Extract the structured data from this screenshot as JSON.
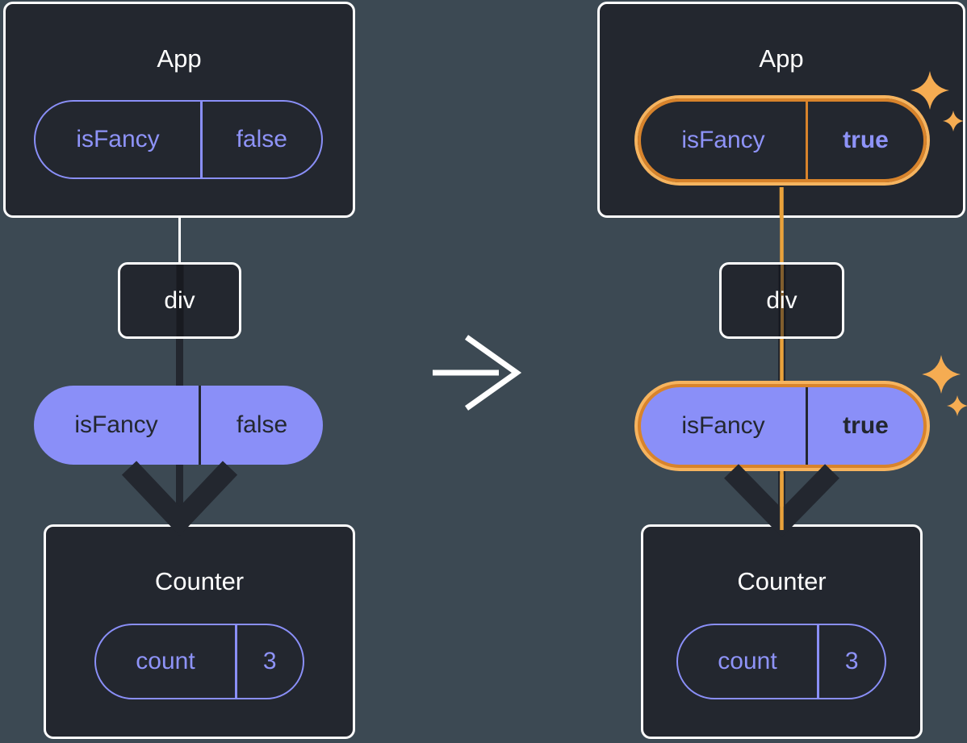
{
  "canvas": {
    "background": "#3C4953"
  },
  "colors": {
    "panel_bg": "#23272F",
    "panel_border": "#FFFFFF",
    "purple": "#8A8FF8",
    "purple_text": "#8E93F8",
    "dark": "#23272F",
    "orange_ring": "#D8832B",
    "gold_ring": "#F6B45F",
    "highlight_line": "#E9A23B",
    "sparkle": "#F5AC52",
    "arrow": "#FFFFFF"
  },
  "effects": {
    "sparkle_icon": "4-point-star",
    "transition_icon": "arrow-right"
  },
  "left": {
    "app": {
      "title": "App",
      "state": {
        "key": "isFancy",
        "value": "false"
      }
    },
    "div": {
      "label": "div"
    },
    "prop": {
      "key": "isFancy",
      "value": "false"
    },
    "counter": {
      "title": "Counter",
      "state": {
        "key": "count",
        "value": "3"
      }
    }
  },
  "right": {
    "app": {
      "title": "App",
      "state": {
        "key": "isFancy",
        "value": "true"
      }
    },
    "div": {
      "label": "div"
    },
    "prop": {
      "key": "isFancy",
      "value": "true"
    },
    "counter": {
      "title": "Counter",
      "state": {
        "key": "count",
        "value": "3"
      }
    }
  }
}
